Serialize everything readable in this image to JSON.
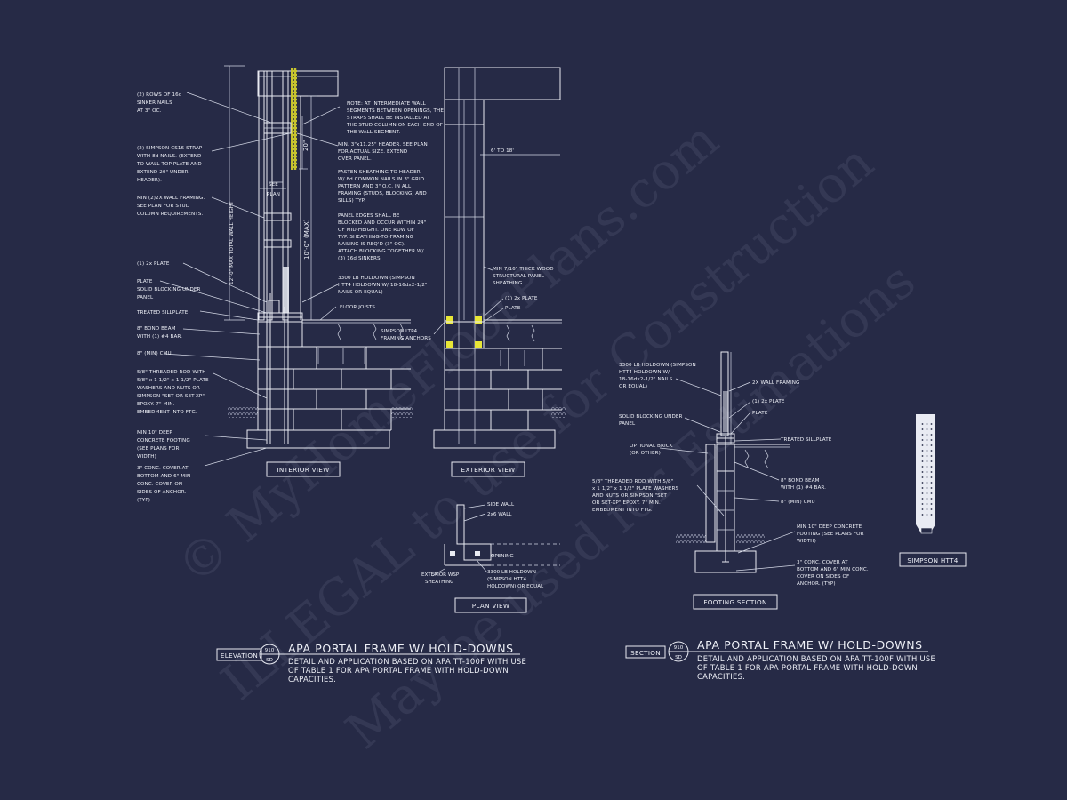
{
  "watermark": {
    "line1": "© MyHomeFloorPlans.com",
    "line2": "ILLEGAL to use for Construction",
    "line3": "May be used for Estimations"
  },
  "interior": {
    "notes": {
      "sinker_nails": [
        "(2) ROWS OF 16d",
        "SINKER NAILS",
        "AT 3\" OC."
      ],
      "strap": [
        "(2) SIMPSON CS16 STRAP",
        "WITH 8d NAILS. (EXTEND",
        "TO WALL TOP PLATE AND",
        "EXTEND 20\" UNDER",
        "HEADER)."
      ],
      "framing": [
        "MIN (2)2X WALL FRAMING.",
        "SEE PLAN FOR STUD",
        "COLUMN REQUIREMENTS."
      ],
      "plate_2x": "(1) 2x PLATE",
      "plate_blocking": [
        "PLATE",
        "SOLID BLOCKING UNDER",
        "PANEL"
      ],
      "sillplate": "TREATED SILLPLATE",
      "bond_beam": [
        "8\" BOND BEAM",
        "WITH (1) #4 BAR."
      ],
      "cmu": "8\" (MIN) CMU",
      "rod": [
        "5/8\" THREADED ROD WITH",
        "5/8\" x 1 1/2\" x 1 1/2\" PLATE",
        "WASHERS AND NUTS OR",
        "SIMPSON \"SET OR SET-XP\"",
        "EPOXY.  7\" MIN.",
        "EMBEDMENT INTO FTG."
      ],
      "footing": [
        "MIN 10\" DEEP",
        "CONCRETE FOOTING",
        "(SEE PLANS FOR",
        "WIDTH)"
      ],
      "cover": [
        "3\" CONC. COVER AT",
        "BOTTOM AND 6\" MIN",
        "CONC. COVER ON",
        "SIDES OF ANCHOR.",
        "(TYP)"
      ],
      "intermediate": [
        "NOTE: AT INTERMEDIATE WALL",
        "SEGMENTS BETWEEN OPENINGS, THE",
        "STRAPS SHALL BE INSTALLED AT",
        "THE STUD COLUMN ON EACH END OF",
        "THE WALL SEGMENT."
      ],
      "header": [
        "MIN. 3\"x11.25\" HEADER. SEE PLAN",
        "FOR ACTUAL SIZE. EXTEND",
        "OVER PANEL."
      ],
      "fasten": [
        "FASTEN SHEATHING TO HEADER",
        "W/ 8d COMMON NAILS IN 3\" GRID",
        "PATTERN AND 3\" O.C. IN ALL",
        "FRAMING (STUDS, BLOCKING, AND",
        "SILLS) TYP."
      ],
      "edges": [
        "PANEL EDGES SHALL BE",
        "BLOCKED AND OCCUR WITHIN 24\"",
        "OF MID-HEIGHT.  ONE ROW OF",
        "TYP. SHEATHING-TO-FRAMING",
        "NAILING IS REQ'D (3\" OC).",
        "ATTACH BLOCKING TOGETHER W/",
        "(3) 16d SINKERS."
      ],
      "holdown": [
        "3300 LB HOLDOWN (SIMPSON",
        "HTT4 HOLDOWN W/ 18-16dx2-1/2\"",
        "NAILS OR EQUAL)"
      ],
      "floor_joists": "FLOOR JOISTS"
    },
    "dims": {
      "total": "12'-0\" MAX TOTAL WALL HEIGHT",
      "clear": "10'-0\" (MAX)",
      "strap": "20\"",
      "see_plan": [
        "SEE",
        "PLAN"
      ]
    },
    "label": "INTERIOR VIEW"
  },
  "exterior": {
    "notes": {
      "span": "6' TO 18'",
      "sheathing": [
        "MIN 7/16\" THICK WOOD",
        "STRUCTURAL PANEL",
        "SHEATHING"
      ],
      "plate_2x": "(1) 2x PLATE",
      "plate": "PLATE",
      "ltp4": [
        "SIMPSON LTP4",
        "FRAMING ANCHORS"
      ]
    },
    "label": "EXTERIOR VIEW"
  },
  "plan": {
    "notes": {
      "side_wall": "SIDE WALL",
      "wall_2x6": "2x6 WALL",
      "opening": "OPENING",
      "wsp": [
        "EXTERIOR WSP",
        "SHEATHING"
      ],
      "holdown": [
        "3300 LB HOLDOWN",
        "(SIMPSON HTT4",
        "HOLDOWN) OR EQUAL"
      ]
    },
    "label": "PLAN VIEW"
  },
  "footing": {
    "notes": {
      "holdown": [
        "3300 LB HOLDOWN (SIMPSON",
        "HTT4 HOLDOWN W/",
        "18-16dx2-1/2\" NAILS",
        "OR EQUAL)"
      ],
      "framing": "2X WALL FRAMING",
      "plate_2x": "(1) 2x PLATE",
      "plate": "PLATE",
      "blocking": [
        "SOLID BLOCKING UNDER",
        "PANEL"
      ],
      "sillplate": "TREATED SILLPLATE",
      "brick": [
        "OPTIONAL BRICK",
        "(OR OTHER)"
      ],
      "rod": [
        "5/8\" THREADED ROD WITH 5/8\"",
        "x 1 1/2\" x 1 1/2\" PLATE WASHERS",
        "AND NUTS OR SIMPSON \"SET",
        "OR SET-XP\" EPOXY.  7\" MIN.",
        "EMBEDMENT INTO FTG."
      ],
      "bond_beam": [
        "8\" BOND BEAM",
        "WITH (1) #4 BAR."
      ],
      "cmu": "8\" (MIN) CMU",
      "footing": [
        "MIN 10\" DEEP CONCRETE",
        "FOOTING (SEE PLANS FOR",
        "WIDTH)"
      ],
      "cover": [
        "3\" CONC. COVER AT",
        "BOTTOM AND 6\" MIN CONC.",
        "COVER ON SIDES OF",
        "ANCHOR. (TYP)"
      ]
    },
    "label": "FOOTING SECTION"
  },
  "htt4": {
    "label": "SIMPSON HTT4"
  },
  "title_left": {
    "tag": "ELEVATION",
    "num": "910",
    "sheet": "SD",
    "title": "APA PORTAL FRAME W/ HOLD-DOWNS",
    "desc": [
      "DETAIL AND APPLICATION BASED ON APA TT-100F WITH USE",
      "OF TABLE 1 FOR APA PORTAL FRAME WITH HOLD-DOWN",
      "CAPACITIES."
    ]
  },
  "title_right": {
    "tag": "SECTION",
    "num": "910",
    "sheet": "SD",
    "title": "APA PORTAL FRAME W/ HOLD-DOWNS",
    "desc": [
      "DETAIL AND APPLICATION BASED ON APA TT-100F WITH USE",
      "OF TABLE 1 FOR APA PORTAL FRAME WITH HOLD-DOWN",
      "CAPACITIES."
    ]
  }
}
